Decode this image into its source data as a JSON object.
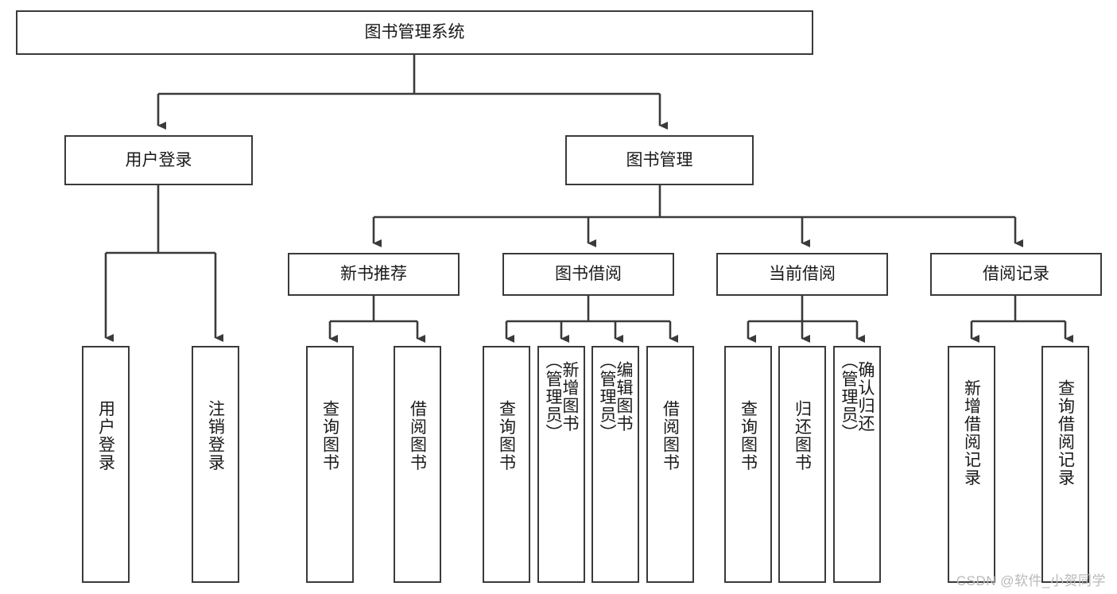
{
  "diagram": {
    "type": "tree-hierarchy",
    "title": "图书管理系统",
    "watermark": "CSDN @软件_小贺同学",
    "colors": {
      "box_border": "#3a3a3a",
      "box_fill": "#ffffff",
      "connector": "#3a3a3a",
      "text": "#1a1a1a",
      "watermark": "#b9b9b9"
    },
    "nodes": {
      "root": {
        "label": "图书管理系统"
      },
      "level2": [
        {
          "label": "用户登录"
        },
        {
          "label": "图书管理"
        }
      ],
      "level3": [
        {
          "label": "新书推荐"
        },
        {
          "label": "图书借阅"
        },
        {
          "label": "当前借阅"
        },
        {
          "label": "借阅记录"
        }
      ],
      "leaves": {
        "user_login": [
          {
            "label": "用户登录"
          },
          {
            "label": "注销登录"
          }
        ],
        "new_book_recommend": [
          {
            "label": "查询图书"
          },
          {
            "label": "借阅图书"
          }
        ],
        "book_borrow": [
          {
            "label": "查询图书"
          },
          {
            "label": "新增图书\n（管理员）"
          },
          {
            "label": "编辑图书\n（管理员）"
          },
          {
            "label": "借阅图书"
          }
        ],
        "current_borrow": [
          {
            "label": "查询图书"
          },
          {
            "label": "归还图书"
          },
          {
            "label": "确认归还\n（管理员）"
          }
        ],
        "borrow_record": [
          {
            "label": "新增借阅记录"
          },
          {
            "label": "查询借阅记录"
          }
        ]
      }
    }
  }
}
